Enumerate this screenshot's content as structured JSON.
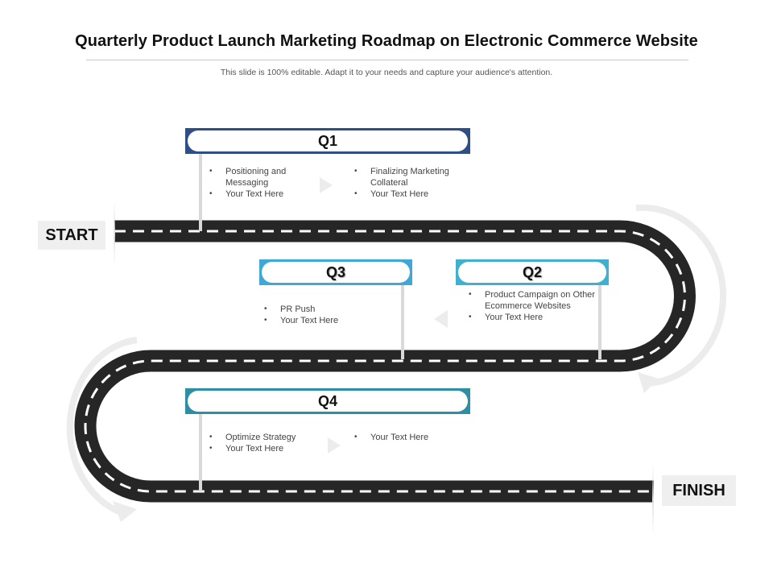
{
  "slide": {
    "title": "Quarterly Product Launch Marketing Roadmap on Electronic Commerce Website",
    "subtitle": "This slide is 100% editable. Adapt it to your needs and capture your audience's attention."
  },
  "road": {
    "start_label": "START",
    "finish_label": "FINISH",
    "road_color": "#262626",
    "dash_color": "#ffffff",
    "turn_arrow_color": "#ececec"
  },
  "quarters": [
    {
      "label": "Q1",
      "color": "#2e4f84",
      "left_items": [
        "Positioning and Messaging",
        "Your Text Here"
      ],
      "right_items": [
        "Finalizing Marketing Collateral",
        "Your Text Here"
      ]
    },
    {
      "label": "Q2",
      "color": "#3fb1cf",
      "items": [
        "Product Campaign on Other Ecommerce Websites",
        "Your Text Here"
      ]
    },
    {
      "label": "Q3",
      "color": "#3fa8d6",
      "items": [
        "PR Push",
        "Your Text Here"
      ]
    },
    {
      "label": "Q4",
      "color": "#2e8fa3",
      "left_items": [
        "Optimize Strategy",
        "Your Text Here"
      ],
      "right_items": [
        "Your Text Here"
      ]
    }
  ]
}
